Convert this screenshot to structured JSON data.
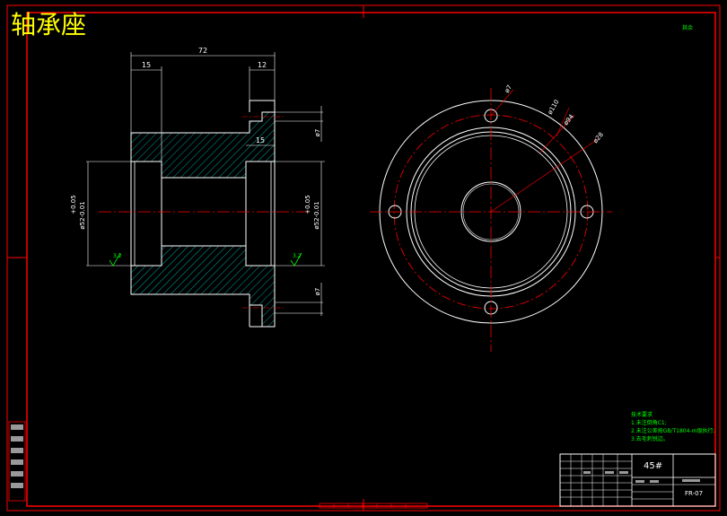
{
  "drawing": {
    "title": "轴承座",
    "top_right_note": "其余",
    "tech_requirements": {
      "heading": "技术要求",
      "lines": [
        "1.未注倒角C1;",
        "2.未注公差按GB/T1804-m级执行;",
        "3.去毛刺锐边。"
      ]
    },
    "material": "45#",
    "drawing_number": "FR-07",
    "dimensions": {
      "overall_length": "72",
      "left_shoulder": "15",
      "flange_width": "12",
      "bore_step": "15",
      "hole_dia_top": "ø7",
      "hole_dia_bottom": "ø7",
      "bore_left": "ø52-0.01",
      "bore_left_tol": "+0.05",
      "bore_right": "ø52-0.01",
      "bore_right_tol": "+0.05",
      "hole_circle": "ø7",
      "outer_dia": "ø110",
      "pitch_dia": "ø94",
      "inner_dia": "ø28",
      "roughness_left": "3.2",
      "roughness_right": "3.2"
    },
    "colors": {
      "frame": "#ff0000",
      "outline": "#ffffff",
      "hatch": "#00cccc",
      "title": "#ffff00",
      "notes": "#00ff00",
      "centerline": "#ff0000"
    }
  }
}
